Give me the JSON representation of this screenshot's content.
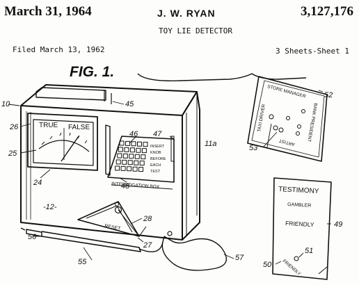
{
  "header": {
    "date": "March 31, 1964",
    "inventor": "J. W. RYAN",
    "patent_number": "3,127,176",
    "title": "TOY LIE DETECTOR",
    "filed": "Filed March 13, 1962",
    "sheets": "3 Sheets-Sheet 1"
  },
  "figure": {
    "label": "FIG. 1.",
    "meter": {
      "true_label": "TRUE",
      "false_label": "FALSE"
    },
    "panel_label": "INTERROGATION BOX",
    "side_words": [
      "INSERT",
      "KNOB",
      "BEFORE",
      "EACH",
      "TEST"
    ],
    "reset_label": "RESET",
    "card_roles": {
      "top": "STORE MANAGER",
      "left": "TAXI DRIVER",
      "right": "BANK PRESIDENT",
      "bottom": "ARTIST"
    },
    "testimony_card": {
      "title": "TESTIMONY",
      "line1": "GAMBLER",
      "line2": "FRIENDLY",
      "corner": "FRIENDLY"
    },
    "refs": [
      "10",
      "26",
      "25",
      "24",
      "12",
      "45",
      "46",
      "47",
      "11a",
      "48",
      "28",
      "27",
      "55",
      "56",
      "57",
      "52",
      "53",
      "49",
      "51",
      "50"
    ]
  },
  "colors": {
    "ink": "#111111",
    "paper": "#fdfdfb"
  }
}
